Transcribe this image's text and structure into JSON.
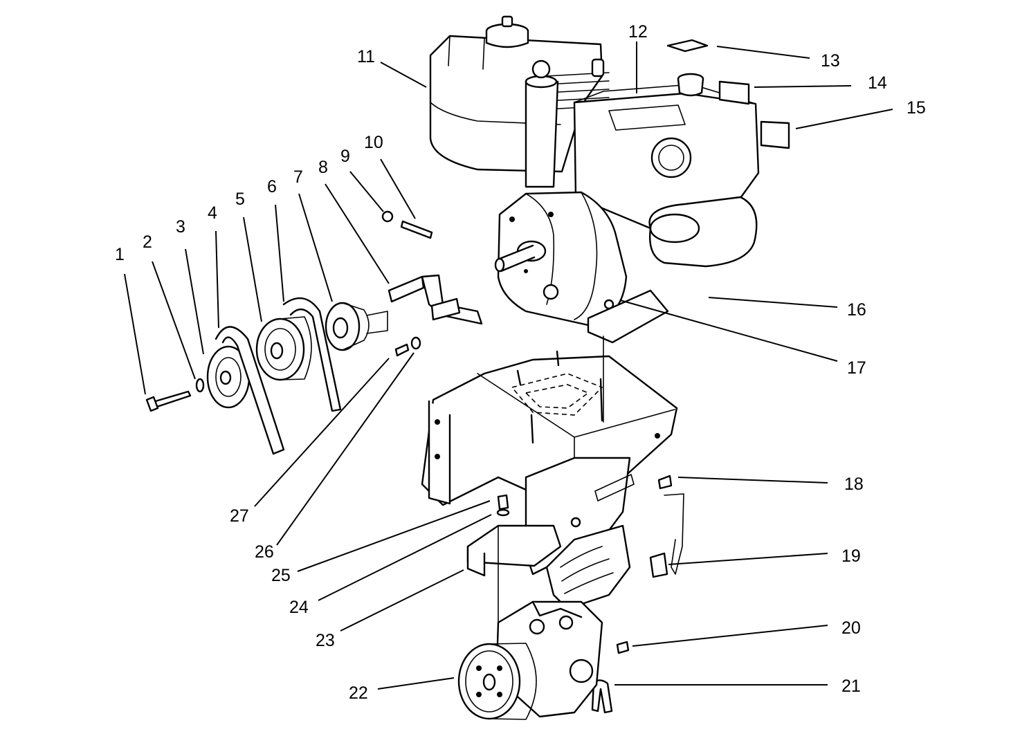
{
  "diagram": {
    "callouts": [
      {
        "number": "1"
      },
      {
        "number": "2"
      },
      {
        "number": "3"
      },
      {
        "number": "4"
      },
      {
        "number": "5"
      },
      {
        "number": "6"
      },
      {
        "number": "7"
      },
      {
        "number": "8"
      },
      {
        "number": "9"
      },
      {
        "number": "10"
      },
      {
        "number": "11"
      },
      {
        "number": "12"
      },
      {
        "number": "13"
      },
      {
        "number": "14"
      },
      {
        "number": "15"
      },
      {
        "number": "16"
      },
      {
        "number": "17"
      },
      {
        "number": "18"
      },
      {
        "number": "19"
      },
      {
        "number": "20"
      },
      {
        "number": "21"
      },
      {
        "number": "22"
      },
      {
        "number": "23"
      },
      {
        "number": "24"
      },
      {
        "number": "25"
      },
      {
        "number": "26"
      },
      {
        "number": "27"
      }
    ]
  }
}
